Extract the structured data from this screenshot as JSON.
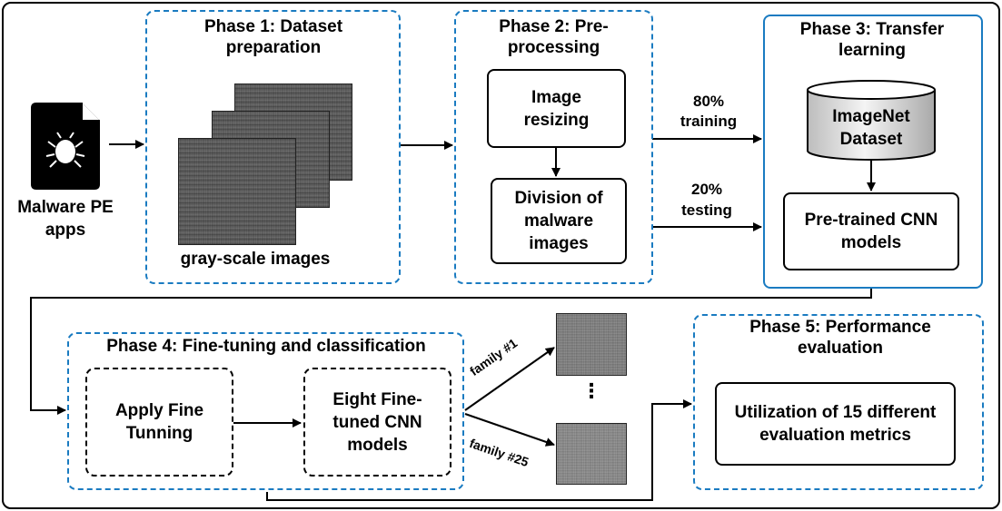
{
  "malware_app": {
    "label": "Malware PE apps"
  },
  "phase1": {
    "title": "Phase 1: Dataset preparation",
    "caption": "gray-scale images"
  },
  "phase2": {
    "title": "Phase 2: Pre-processing",
    "step1": "Image resizing",
    "step2": "Division of malware images"
  },
  "split": {
    "train_pct": "80%",
    "train_label": "training",
    "test_pct": "20%",
    "test_label": "testing"
  },
  "phase3": {
    "title": "Phase 3: Transfer learning",
    "dataset": "ImageNet Dataset",
    "models": "Pre-trained CNN models"
  },
  "phase4": {
    "title": "Phase 4: Fine-tuning and classification",
    "step1": "Apply Fine Tunning",
    "step2": "Eight Fine-tuned CNN models"
  },
  "families": {
    "first": "family #1",
    "last": "family #25",
    "ellipsis": "⋮"
  },
  "phase5": {
    "title": "Phase 5: Performance evaluation",
    "metrics": "Utilization of 15 different evaluation metrics"
  }
}
